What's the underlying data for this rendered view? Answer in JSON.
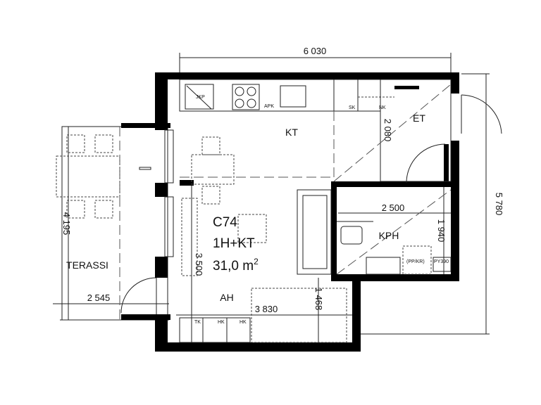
{
  "apartment": {
    "code": "C74",
    "type": "1H+KT",
    "area": "31,0 m",
    "area_sup": "2"
  },
  "rooms": {
    "kitchen": "KT",
    "entry": "ET",
    "bathroom": "KPH",
    "living": "AH",
    "terrace": "TERASSI"
  },
  "fixtures": {
    "fridge": "JKP",
    "dishwasher": "APK",
    "sk": "SK",
    "nk": "NK",
    "tk": "TK",
    "hk1": "HK",
    "hk2": "HK",
    "ppkr": "(PP/KR)",
    "py": "PY390"
  },
  "dimensions": {
    "total_width": "6 030",
    "total_depth": "5 780",
    "terrace_depth": "4 195",
    "terrace_width": "2 545",
    "entry_length": "2 080",
    "bath_width": "2 500",
    "bath_depth": "1 940",
    "living_depth": "3 500",
    "living_width": "3 830",
    "bed_width": "1 468"
  }
}
